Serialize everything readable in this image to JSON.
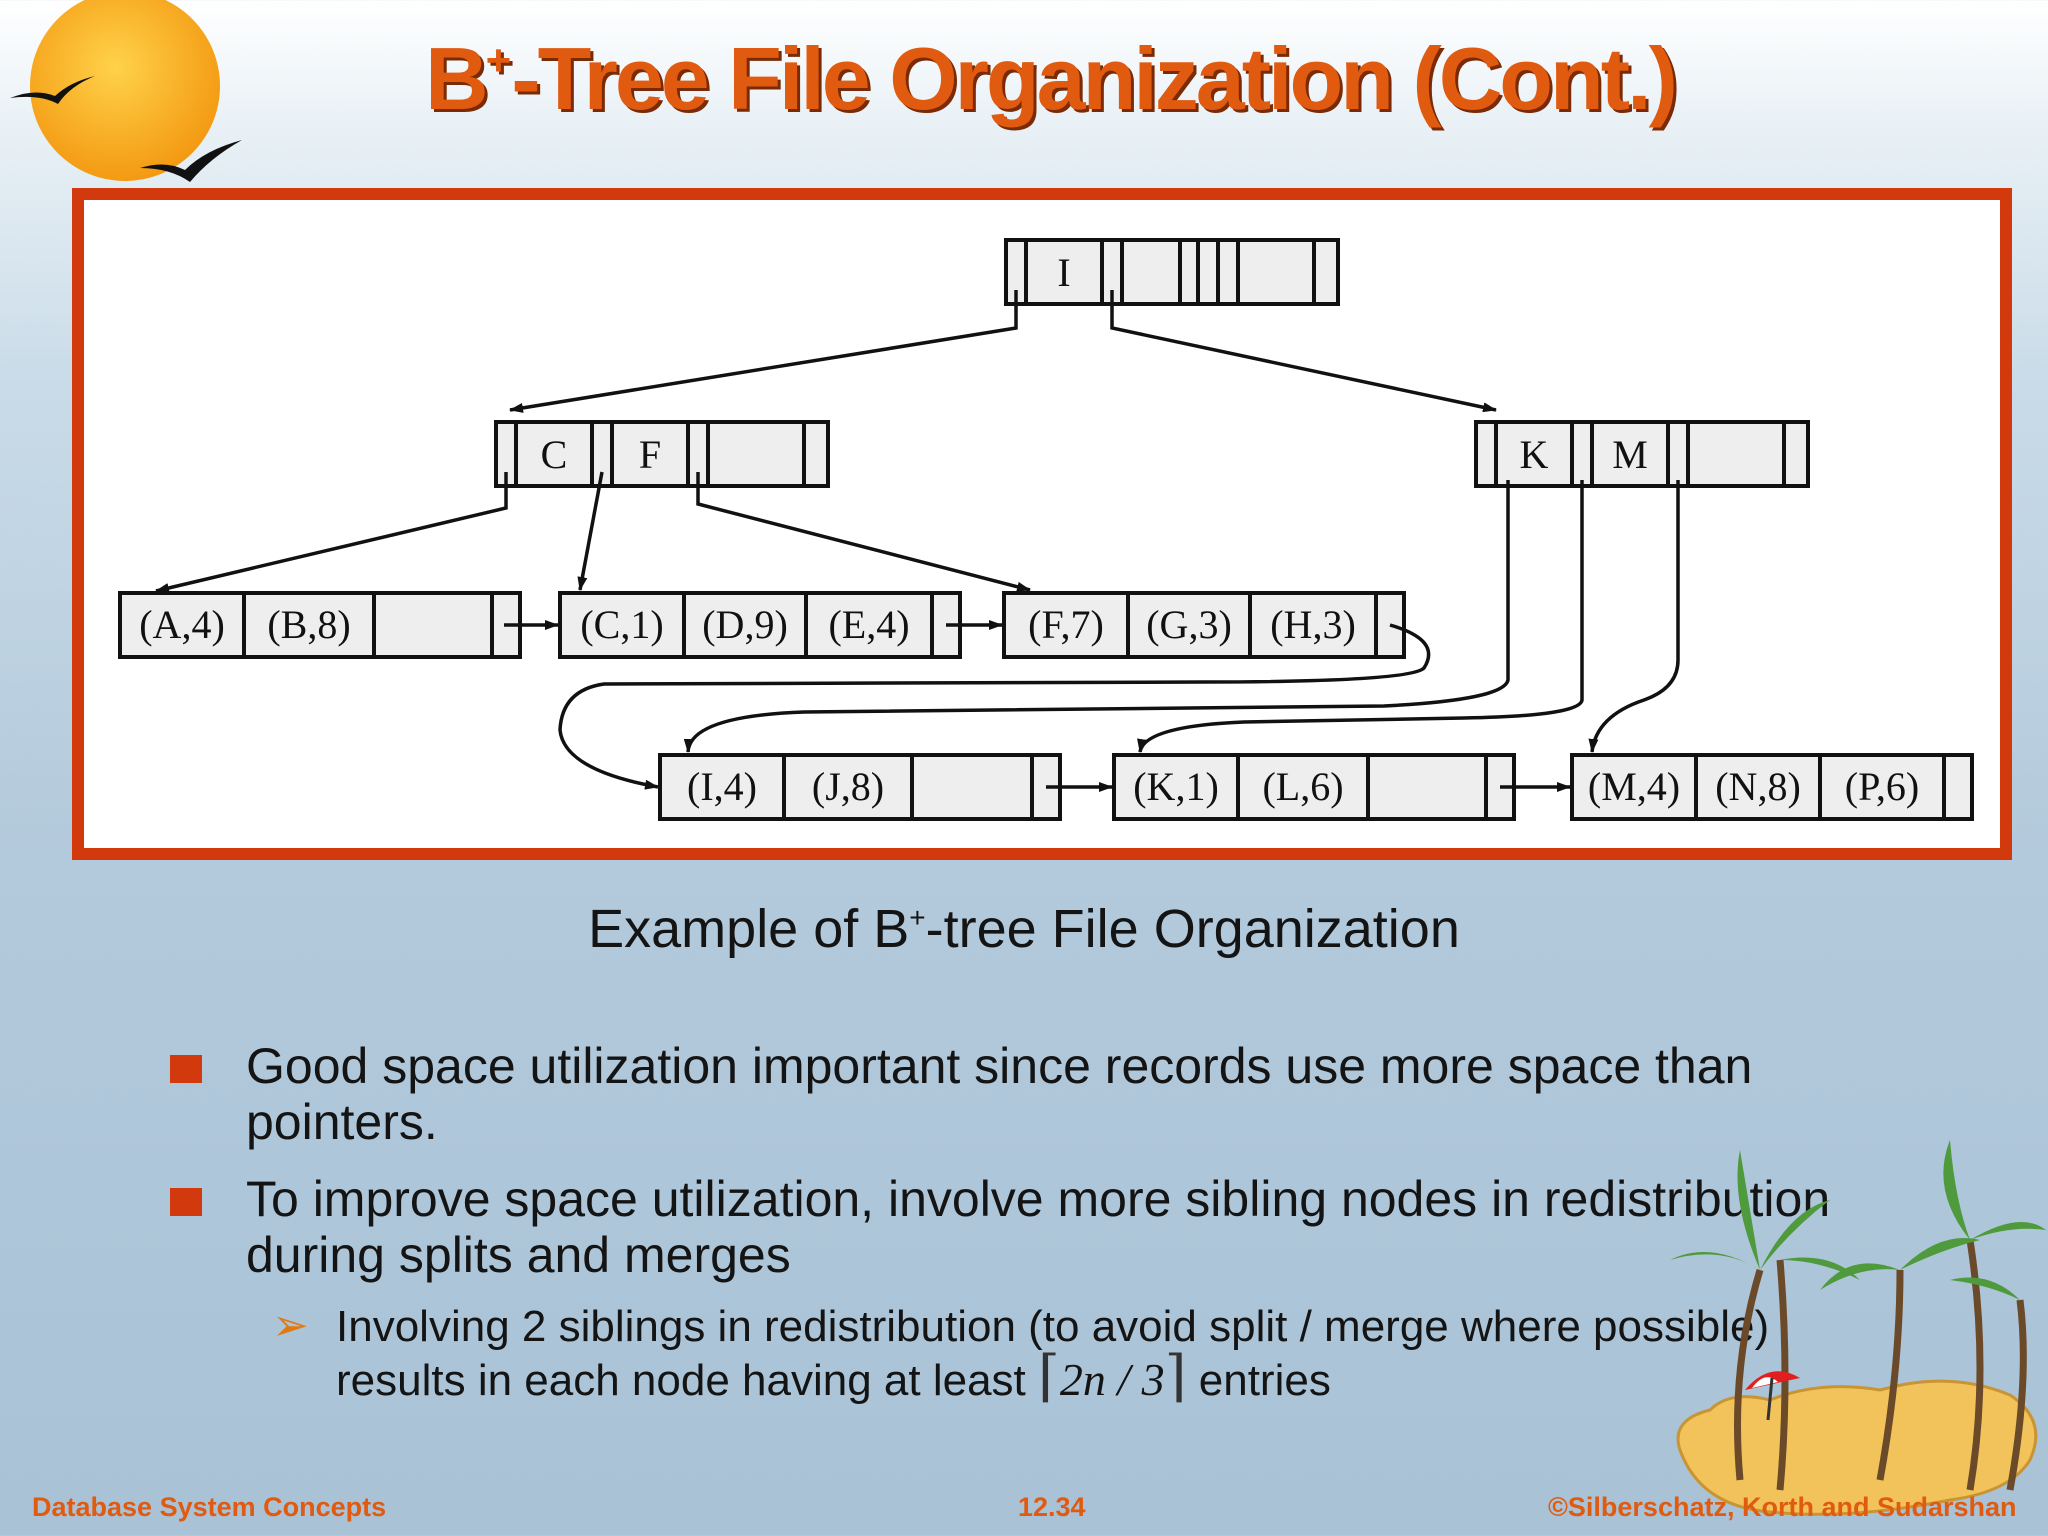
{
  "slide": {
    "title_main": "B",
    "title_sup": "+",
    "title_rest": "-Tree File Organization (Cont.)"
  },
  "figure": {
    "root": {
      "keys": [
        "I"
      ]
    },
    "internal_left": {
      "keys": [
        "C",
        "F"
      ]
    },
    "internal_right": {
      "keys": [
        "K",
        "M"
      ]
    },
    "leaves_row1": [
      [
        "(A,4)",
        "(B,8)"
      ],
      [
        "(C,1)",
        "(D,9)",
        "(E,4)"
      ],
      [
        "(F,7)",
        "(G,3)",
        "(H,3)"
      ]
    ],
    "leaves_row2": [
      [
        "(I,4)",
        "(J,8)"
      ],
      [
        "(K,1)",
        "(L,6)"
      ],
      [
        "(M,4)",
        "(N,8)",
        "(P,6)"
      ]
    ]
  },
  "caption": {
    "pre": "Example of B",
    "sup": "+",
    "post": "-tree File Organization"
  },
  "bullets": [
    {
      "line1": "Good space utilization important since records use more space than",
      "line2": "pointers."
    },
    {
      "line1": "To improve space utilization, involve more sibling nodes in redistribution",
      "line2": "during splits and merges"
    }
  ],
  "sub_bullet": {
    "line1": "Involving 2 siblings in redistribution (to avoid split / merge where possible)",
    "line2_pre": "results in each node having at least",
    "formula": "2n / 3",
    "line2_post": "entries"
  },
  "footer": {
    "left": "Database System Concepts",
    "center": "12.34",
    "right": "©Silberschatz, Korth and Sudarshan"
  },
  "colors": {
    "accent": "#d23a0e",
    "title": "#e05a10",
    "text": "#141414"
  },
  "icons": [
    "sun-birds-logo",
    "palm-island-illustration",
    "arrow-bullet-icon"
  ]
}
